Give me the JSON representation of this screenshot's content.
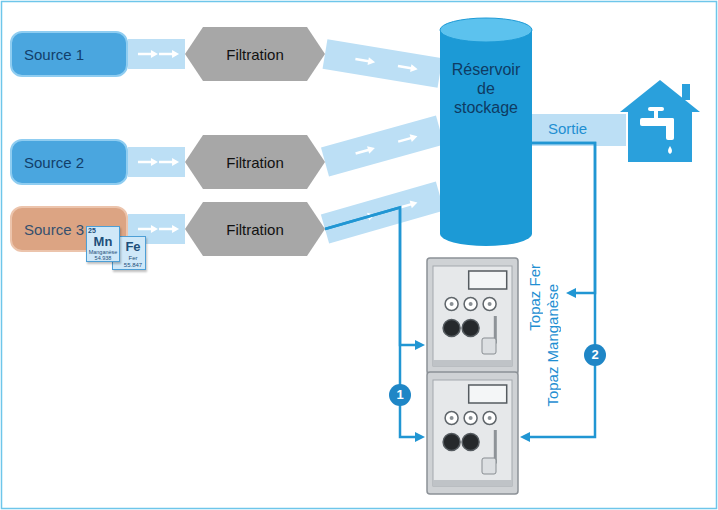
{
  "diagram": {
    "nodes": [
      {
        "text": [
          "Source 1"
        ]
      },
      {
        "text": [
          "Filtration"
        ]
      },
      {
        "text": [
          "Source 2"
        ]
      },
      {
        "text": [
          "Filtration"
        ]
      },
      {
        "text": [
          "Source 3"
        ]
      },
      {
        "text": [
          "Filtration"
        ]
      },
      {
        "text": [
          "Réservoir de stockage"
        ]
      },
      {
        "text": [
          "Topaz Fer"
        ]
      },
      {
        "text": [
          "Topaz Manganèse"
        ]
      }
    ],
    "edges": [
      {
        "from": 0,
        "to": 1,
        "arrow": "to"
      },
      {
        "from": 2,
        "to": 3,
        "arrow": "to"
      },
      {
        "from": 4,
        "to": 5,
        "arrow": "to"
      },
      {
        "from": 1,
        "to": 6,
        "arrow": "to"
      },
      {
        "from": 3,
        "to": 6,
        "arrow": "to"
      },
      {
        "from": 5,
        "to": 6,
        "arrow": "to"
      },
      {
        "from": 5,
        "to": 7,
        "arrow": "to"
      },
      {
        "from": 5,
        "to": 8,
        "arrow": "to"
      },
      {
        "from": 6,
        "to": 7,
        "arrow": "to"
      },
      {
        "from": 6,
        "to": 8,
        "arrow": "to"
      }
    ],
    "labels": [
      "Sortie",
      "25",
      "Mn",
      "Manganèse",
      "54.938",
      "Fe",
      "Fer",
      "55.847",
      "1",
      "2"
    ]
  }
}
